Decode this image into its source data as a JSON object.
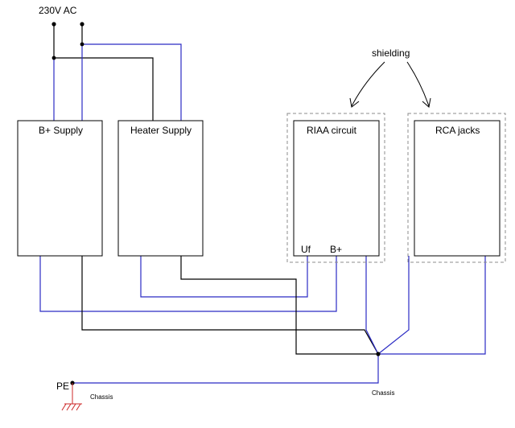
{
  "labels": {
    "ac_input": "230V AC",
    "b_supply": "B+ Supply",
    "heater_supply": "Heater Supply",
    "riaa_circuit": "RIAA circuit",
    "rca_jacks": "RCA jacks",
    "shielding": "shielding",
    "uf": "Uf",
    "b_plus": "B+",
    "pe": "PE",
    "chassis_left": "Chassis",
    "chassis_right": "Chassis"
  },
  "colors": {
    "wire_primary": "#2b2bc4",
    "wire_secondary": "#000000",
    "shield_outline": "#8c8c8c",
    "chassis_label": "#cc2a2a",
    "chassis_ground": "#cc2a2a"
  }
}
